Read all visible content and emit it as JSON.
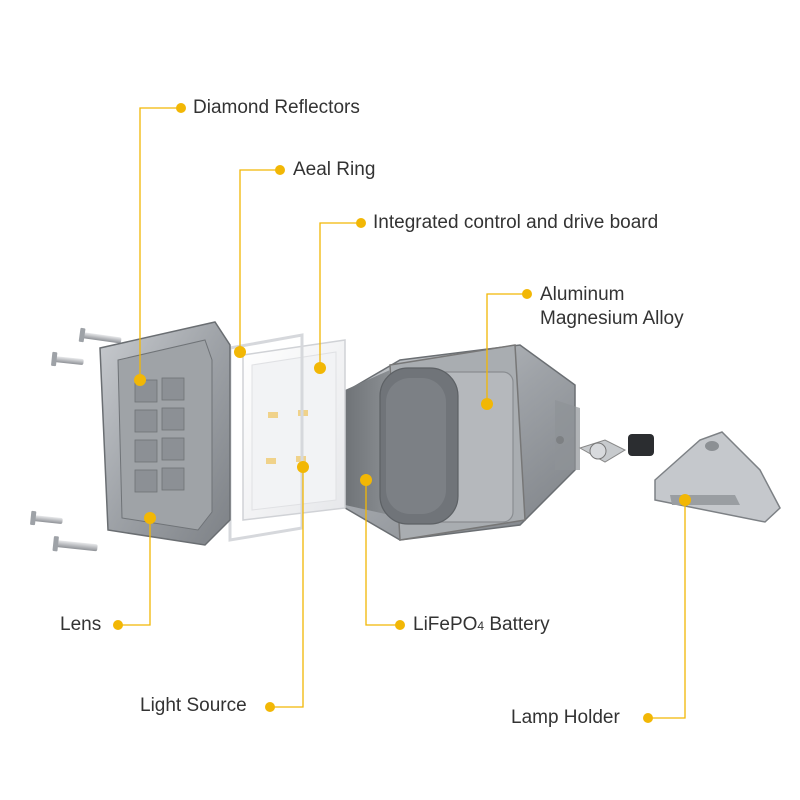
{
  "accent_color": "#f2b705",
  "line_color": "#f2b705",
  "labels": {
    "diamond_reflectors": "Diamond Reflectors",
    "aeal_ring": "Aeal Ring",
    "control_board": "Integrated control and drive board",
    "alloy_line1": "Aluminum",
    "alloy_line2": "Magnesium Alloy",
    "lens": "Lens",
    "battery_main": "LiFePO",
    "battery_sub": "4",
    "battery_tail": " Battery",
    "light_source": "Light Source",
    "lamp_holder": "Lamp Holder"
  },
  "parts_icons": [
    "screw-icon",
    "lens-frame",
    "light-source-panel",
    "housing",
    "battery-pack",
    "lamp-holder-bracket"
  ]
}
